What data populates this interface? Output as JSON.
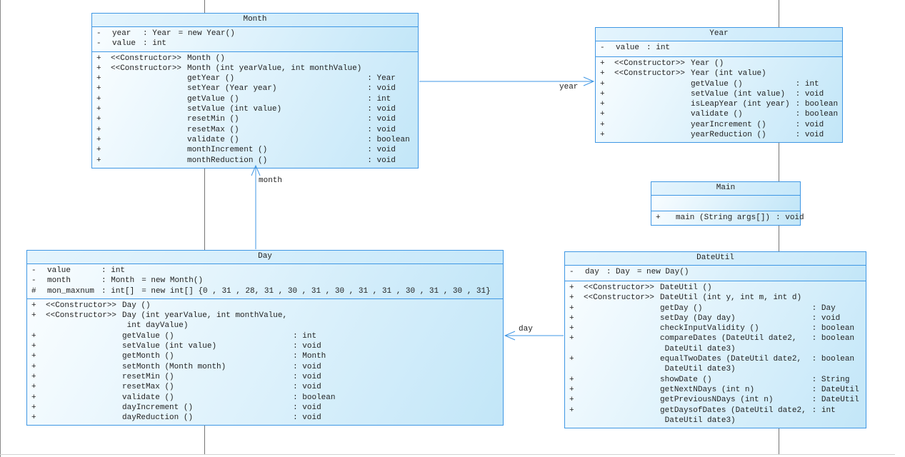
{
  "diagram": {
    "kind": "uml-class-diagram",
    "colors": {
      "box_border": "#3f97e4",
      "box_fill_light": "#f9fdff",
      "box_fill_dark": "#c2e6f8",
      "connector": "#3f97e4",
      "guide_line": "#757575",
      "text": "#1f1f1f"
    }
  },
  "classes": [
    {
      "id": "month",
      "title": "Month",
      "attributes": [
        {
          "vis": "-",
          "name": "year",
          "type": ": Year",
          "init": "= new Year()"
        },
        {
          "vis": "-",
          "name": "value",
          "type": ": int",
          "init": ""
        }
      ],
      "methods": [
        {
          "vis": "+",
          "stereotype": "<<Constructor>>",
          "sig": "Month ()",
          "sig2": "",
          "type": ""
        },
        {
          "vis": "+",
          "stereotype": "<<Constructor>>",
          "sig": "Month (int yearValue, int monthValue)",
          "sig2": "",
          "type": ""
        },
        {
          "vis": "+",
          "stereotype": "",
          "sig": "getYear ()",
          "sig2": "",
          "type": ": Year"
        },
        {
          "vis": "+",
          "stereotype": "",
          "sig": "setYear (Year year)",
          "sig2": "",
          "type": ": void"
        },
        {
          "vis": "+",
          "stereotype": "",
          "sig": "getValue ()",
          "sig2": "",
          "type": ": int"
        },
        {
          "vis": "+",
          "stereotype": "",
          "sig": "setValue (int value)",
          "sig2": "",
          "type": ": void"
        },
        {
          "vis": "+",
          "stereotype": "",
          "sig": "resetMin ()",
          "sig2": "",
          "type": ": void"
        },
        {
          "vis": "+",
          "stereotype": "",
          "sig": "resetMax ()",
          "sig2": "",
          "type": ": void"
        },
        {
          "vis": "+",
          "stereotype": "",
          "sig": "validate ()",
          "sig2": "",
          "type": ": boolean"
        },
        {
          "vis": "+",
          "stereotype": "",
          "sig": "monthIncrement ()",
          "sig2": "",
          "type": ": void"
        },
        {
          "vis": "+",
          "stereotype": "",
          "sig": "monthReduction ()",
          "sig2": "",
          "type": ": void"
        }
      ]
    },
    {
      "id": "year",
      "title": "Year",
      "attributes": [
        {
          "vis": "-",
          "name": "value",
          "type": ": int",
          "init": ""
        }
      ],
      "methods": [
        {
          "vis": "+",
          "stereotype": "<<Constructor>>",
          "sig": "Year ()",
          "sig2": "",
          "type": ""
        },
        {
          "vis": "+",
          "stereotype": "<<Constructor>>",
          "sig": "Year (int value)",
          "sig2": "",
          "type": ""
        },
        {
          "vis": "+",
          "stereotype": "",
          "sig": "getValue ()",
          "sig2": "",
          "type": ": int"
        },
        {
          "vis": "+",
          "stereotype": "",
          "sig": "setValue (int value)",
          "sig2": "",
          "type": ": void"
        },
        {
          "vis": "+",
          "stereotype": "",
          "sig": "isLeapYear (int year)",
          "sig2": "",
          "type": ": boolean"
        },
        {
          "vis": "+",
          "stereotype": "",
          "sig": "validate ()",
          "sig2": "",
          "type": ": boolean"
        },
        {
          "vis": "+",
          "stereotype": "",
          "sig": "yearIncrement ()",
          "sig2": "",
          "type": ": void"
        },
        {
          "vis": "+",
          "stereotype": "",
          "sig": "yearReduction ()",
          "sig2": "",
          "type": ": void"
        }
      ]
    },
    {
      "id": "main",
      "title": "Main",
      "attributes": [],
      "methods": [
        {
          "vis": "+",
          "stereotype": "",
          "sig": "main (String args[])",
          "sig2": "",
          "type": ": void"
        }
      ]
    },
    {
      "id": "day",
      "title": "Day",
      "attributes": [
        {
          "vis": "-",
          "name": "value",
          "type": ": int",
          "init": ""
        },
        {
          "vis": "-",
          "name": "month",
          "type": ": Month",
          "init": "= new Month()"
        },
        {
          "vis": "#",
          "name": "mon_maxnum",
          "type": ": int[]",
          "init": "= new int[] {0 , 31 , 28, 31 , 30 , 31 , 30 , 31 , 31 , 30 , 31 , 30 , 31}"
        }
      ],
      "methods": [
        {
          "vis": "+",
          "stereotype": "<<Constructor>>",
          "sig": "Day ()",
          "sig2": "",
          "type": ""
        },
        {
          "vis": "+",
          "stereotype": "<<Constructor>>",
          "sig": "Day (int yearValue, int monthValue,",
          "sig2": " int dayValue)",
          "type": ""
        },
        {
          "vis": "+",
          "stereotype": "",
          "sig": "getValue ()",
          "sig2": "",
          "type": ": int"
        },
        {
          "vis": "+",
          "stereotype": "",
          "sig": "setValue (int value)",
          "sig2": "",
          "type": ": void"
        },
        {
          "vis": "+",
          "stereotype": "",
          "sig": "getMonth ()",
          "sig2": "",
          "type": ": Month"
        },
        {
          "vis": "+",
          "stereotype": "",
          "sig": "setMonth (Month month)",
          "sig2": "",
          "type": ": void"
        },
        {
          "vis": "+",
          "stereotype": "",
          "sig": "resetMin ()",
          "sig2": "",
          "type": ": void"
        },
        {
          "vis": "+",
          "stereotype": "",
          "sig": "resetMax ()",
          "sig2": "",
          "type": ": void"
        },
        {
          "vis": "+",
          "stereotype": "",
          "sig": "validate ()",
          "sig2": "",
          "type": ": boolean"
        },
        {
          "vis": "+",
          "stereotype": "",
          "sig": "dayIncrement ()",
          "sig2": "",
          "type": ": void"
        },
        {
          "vis": "+",
          "stereotype": "",
          "sig": "dayReduction ()",
          "sig2": "",
          "type": ": void"
        }
      ]
    },
    {
      "id": "dateutil",
      "title": "DateUtil",
      "attributes": [
        {
          "vis": "-",
          "name": "day",
          "type": ": Day",
          "init": "= new Day()"
        }
      ],
      "methods": [
        {
          "vis": "+",
          "stereotype": "<<Constructor>>",
          "sig": "DateUtil ()",
          "sig2": "",
          "type": ""
        },
        {
          "vis": "+",
          "stereotype": "<<Constructor>>",
          "sig": "DateUtil (int y, int m, int d)",
          "sig2": "",
          "type": ""
        },
        {
          "vis": "+",
          "stereotype": "",
          "sig": "getDay ()",
          "sig2": "",
          "type": ": Day"
        },
        {
          "vis": "+",
          "stereotype": "",
          "sig": "setDay (Day day)",
          "sig2": "",
          "type": ": void"
        },
        {
          "vis": "+",
          "stereotype": "",
          "sig": "checkInputValidity ()",
          "sig2": "",
          "type": ": boolean"
        },
        {
          "vis": "+",
          "stereotype": "",
          "sig": "compareDates (DateUtil date2,",
          "sig2": " DateUtil date3)",
          "type": ": boolean"
        },
        {
          "vis": "+",
          "stereotype": "",
          "sig": "equalTwoDates (DateUtil date2,",
          "sig2": " DateUtil date3)",
          "type": ": boolean"
        },
        {
          "vis": "+",
          "stereotype": "",
          "sig": "showDate ()",
          "sig2": "",
          "type": ": String"
        },
        {
          "vis": "+",
          "stereotype": "",
          "sig": "getNextNDays (int n)",
          "sig2": "",
          "type": ": DateUtil"
        },
        {
          "vis": "+",
          "stereotype": "",
          "sig": "getPreviousNDays (int n)",
          "sig2": "",
          "type": ": DateUtil"
        },
        {
          "vis": "+",
          "stereotype": "",
          "sig": "getDaysofDates (DateUtil date2,",
          "sig2": " DateUtil date3)",
          "type": ": int"
        }
      ]
    }
  ],
  "connectors": [
    {
      "id": "month-to-year",
      "label": "year"
    },
    {
      "id": "day-to-month",
      "label": "month"
    },
    {
      "id": "dateutil-to-day",
      "label": "day"
    }
  ]
}
